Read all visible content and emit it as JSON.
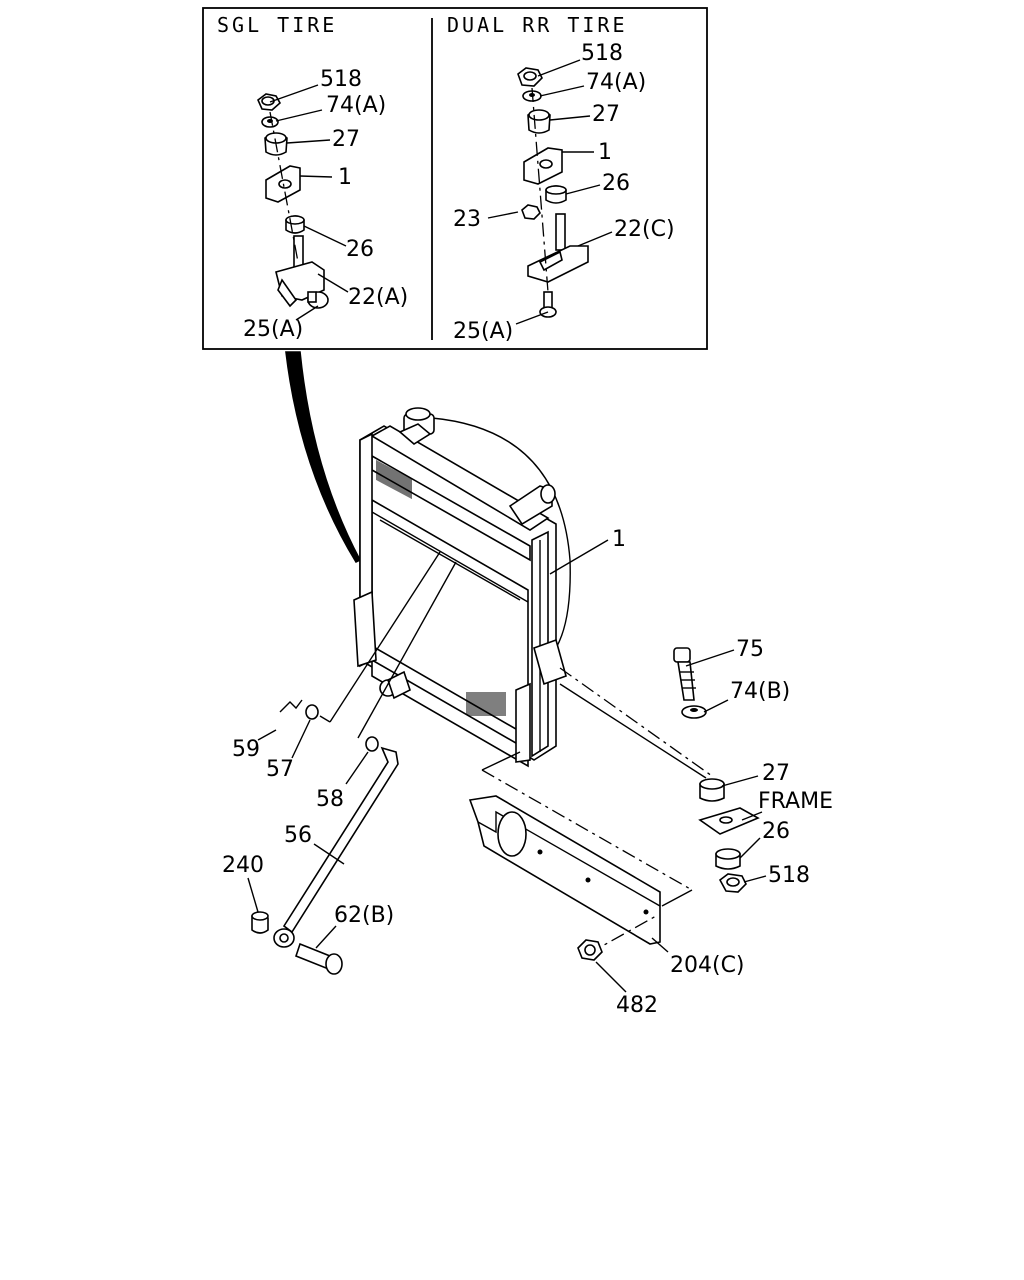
{
  "inset": {
    "left_title": "SGL TIRE",
    "right_title": "DUAL RR TIRE"
  },
  "sgl_labels": {
    "p518": "518",
    "p74a": "74(A)",
    "p27": "27",
    "p1": "1",
    "p26": "26",
    "p22a": "22(A)",
    "p25a": "25(A)"
  },
  "dual_labels": {
    "p518": "518",
    "p74a": "74(A)",
    "p27": "27",
    "p1": "1",
    "p26": "26",
    "p23": "23",
    "p22c": "22(C)",
    "p25a": "25(A)"
  },
  "main_labels": {
    "p1": "1",
    "p75": "75",
    "p74b": "74(B)",
    "p27": "27",
    "frame": "FRAME",
    "p26": "26",
    "p518": "518",
    "p59": "59",
    "p57": "57",
    "p58": "58",
    "p56": "56",
    "p240": "240",
    "p62b": "62(B)",
    "p204c": "204(C)",
    "p482": "482"
  }
}
